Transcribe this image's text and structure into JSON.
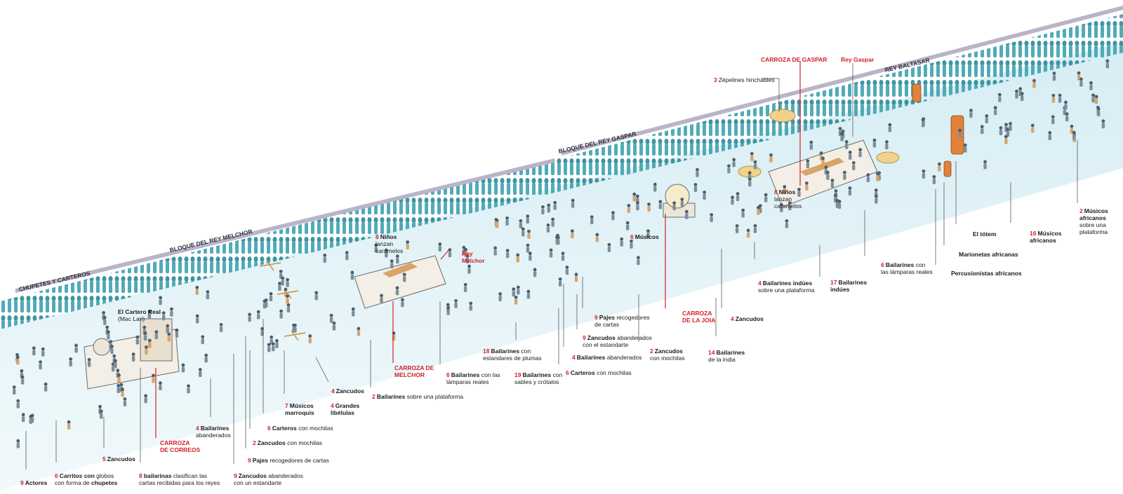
{
  "sections": {
    "chupetes": "CHUPETES Y CARTEROS",
    "melchor": "BLOQUE DEL REY MELCHOR",
    "gaspar": "BLOQUE DEL REY GASPAR",
    "baltasar": "REY BALTASAR"
  },
  "red_labels": {
    "carroza_correos": [
      "CARROZA",
      "DE CORREOS"
    ],
    "carroza_melchor": [
      "CARROZA DE",
      "MELCHOR"
    ],
    "rey_melchor": [
      "Rey",
      "Melchor"
    ],
    "carroza_joia": [
      "CARROZA",
      "DE LA JOIA"
    ],
    "carroza_gaspar": "CARROZA DE GASPAR",
    "rey_gaspar": "Rey Gaspar"
  },
  "labels": [
    {
      "id": "actores",
      "num": "9",
      "bold": "Actores",
      "rest": "",
      "line2": ""
    },
    {
      "id": "carritos",
      "num": "6",
      "bold": "Carritos con",
      "rest": " globos",
      "line2": "con forma de ",
      "line2b": "chupetes"
    },
    {
      "id": "zancudos5",
      "num": "5",
      "bold": "Zancudos",
      "rest": "",
      "line2": ""
    },
    {
      "id": "bailarinas8",
      "num": "8",
      "bold": "bailarinas",
      "rest": " clasifican las",
      "line2": "cartas recibidas para los reyes"
    },
    {
      "id": "cartero_real",
      "num": "",
      "bold": "El Cartero Real",
      "rest": "",
      "line2": "(Mac Lari)"
    },
    {
      "id": "bailarines4ab",
      "num": "4",
      "bold": "Bailarines",
      "rest": "",
      "line2": "abanderados"
    },
    {
      "id": "zancudos9",
      "num": "9",
      "bold": "Zancudos",
      "rest": " abanderados",
      "line2": "con un estandarte"
    },
    {
      "id": "zancudos2m",
      "num": "2",
      "bold": "Zancudos",
      "rest": " con mochilas",
      "line2": ""
    },
    {
      "id": "pajes9",
      "num": "9",
      "bold": "Pajes",
      "rest": " recogedores de cartas",
      "line2": ""
    },
    {
      "id": "carteros6",
      "num": "6",
      "bold": "Carteros",
      "rest": " con mochilas",
      "line2": ""
    },
    {
      "id": "musicos7",
      "num": "7",
      "bold": "Músicos",
      "rest": "",
      "line2": "",
      "line2b": "marroquís"
    },
    {
      "id": "libelulas",
      "num": "4",
      "bold": "Grandes",
      "rest": "",
      "line2": "",
      "line2b": "libélulas"
    },
    {
      "id": "zancudos4a",
      "num": "4",
      "bold": "Zancudos",
      "rest": "",
      "line2": ""
    },
    {
      "id": "bailarines2p",
      "num": "2",
      "bold": "Bailarines",
      "rest": " sobre una plataforma",
      "line2": ""
    },
    {
      "id": "ninos8a",
      "num": "8",
      "bold": "Niños",
      "rest": "",
      "line2": "lanzan",
      "line3": "caramelos"
    },
    {
      "id": "bailarines6l",
      "num": "6",
      "bold": "Bailarines",
      "rest": " con las",
      "line2": "lámparas reales"
    },
    {
      "id": "bailarines18",
      "num": "18",
      "bold": "Bailarines",
      "rest": " con",
      "line2": "estandares de plumas"
    },
    {
      "id": "bailarines19",
      "num": "19",
      "bold": "Bailarines",
      "rest": " con",
      "line2": "sables y crótalos"
    },
    {
      "id": "carteros6b",
      "num": "6",
      "bold": "Carteros",
      "rest": " con mochilas",
      "line2": ""
    },
    {
      "id": "bailarines4ab2",
      "num": "4",
      "bold": "Bailarines",
      "rest": " abanderados",
      "line2": ""
    },
    {
      "id": "zancudos9b",
      "num": "9",
      "bold": "Zancudos",
      "rest": " abanderados",
      "line2": "con el estandarte"
    },
    {
      "id": "pajes9b",
      "num": "9",
      "bold": "Pajes",
      "rest": " recogedores",
      "line2": "de cartas"
    },
    {
      "id": "musicos6",
      "num": "6",
      "bold": "Músicos",
      "rest": "",
      "line2": ""
    },
    {
      "id": "zancudos2b",
      "num": "2",
      "bold": "Zancudos",
      "rest": "",
      "line2": "con mochilas"
    },
    {
      "id": "bailarines14",
      "num": "14",
      "bold": "Bailarines",
      "rest": "",
      "line2": "de la india"
    },
    {
      "id": "zancudos4b",
      "num": "4",
      "bold": "Zancudos",
      "rest": "",
      "line2": ""
    },
    {
      "id": "bailarines4i",
      "num": "4",
      "bold": "Bailarines indúes",
      "rest": "",
      "line2": "sobre una plataforma"
    },
    {
      "id": "ninos8b",
      "num": "8",
      "bold": "Niños",
      "rest": "",
      "line2": "lanzan",
      "line3": "caramelos"
    },
    {
      "id": "zepelines",
      "num": "3",
      "bold": "",
      "rest": "Zépelines hinchables",
      "line2": ""
    },
    {
      "id": "bailarines17",
      "num": "17",
      "bold": "Bailarines",
      "rest": "",
      "line2": "",
      "line2b": "indúes"
    },
    {
      "id": "bailarines6r",
      "num": "6",
      "bold": "Bailarines",
      "rest": " con",
      "line2": "las lámparas reales"
    },
    {
      "id": "percusionistas",
      "num": "",
      "bold": "Percusionistas africanos",
      "rest": "",
      "line2": ""
    },
    {
      "id": "marionetas",
      "num": "",
      "bold": "Marionetas africanas",
      "rest": "",
      "line2": ""
    },
    {
      "id": "totem",
      "num": "",
      "bold": "El tótem",
      "rest": "",
      "line2": ""
    },
    {
      "id": "musicos16",
      "num": "16",
      "bold": "Músicos",
      "rest": "",
      "line2": "",
      "line2b": "africanos"
    },
    {
      "id": "musicos2",
      "num": "2",
      "bold": "Músicos",
      "rest": "",
      "line2": "",
      "line2b": "africanos",
      "line3": "sobre una",
      "line4": "plataforma"
    }
  ]
}
